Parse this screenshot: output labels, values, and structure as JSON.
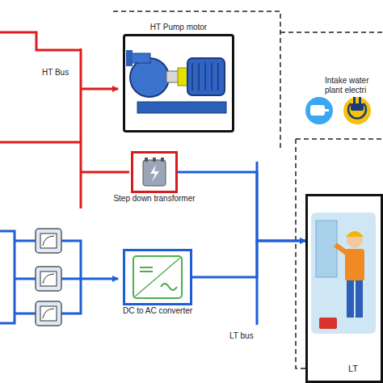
{
  "diagram": {
    "nodes": [
      {
        "text": [
          "HT Pump motor"
        ]
      },
      {
        "text": [
          "Intake water plant electri"
        ]
      },
      {
        "text": [
          "Step down transformer"
        ]
      },
      {
        "text": [
          "DC to AC converter"
        ]
      },
      {
        "text": [
          "LT"
        ]
      }
    ],
    "edges": [
      {
        "from": 2,
        "to": 4,
        "arrow": "to"
      },
      {
        "from": 3,
        "to": 4,
        "arrow": "to"
      }
    ],
    "labels": [
      "HT Bus",
      "LT bus"
    ]
  }
}
